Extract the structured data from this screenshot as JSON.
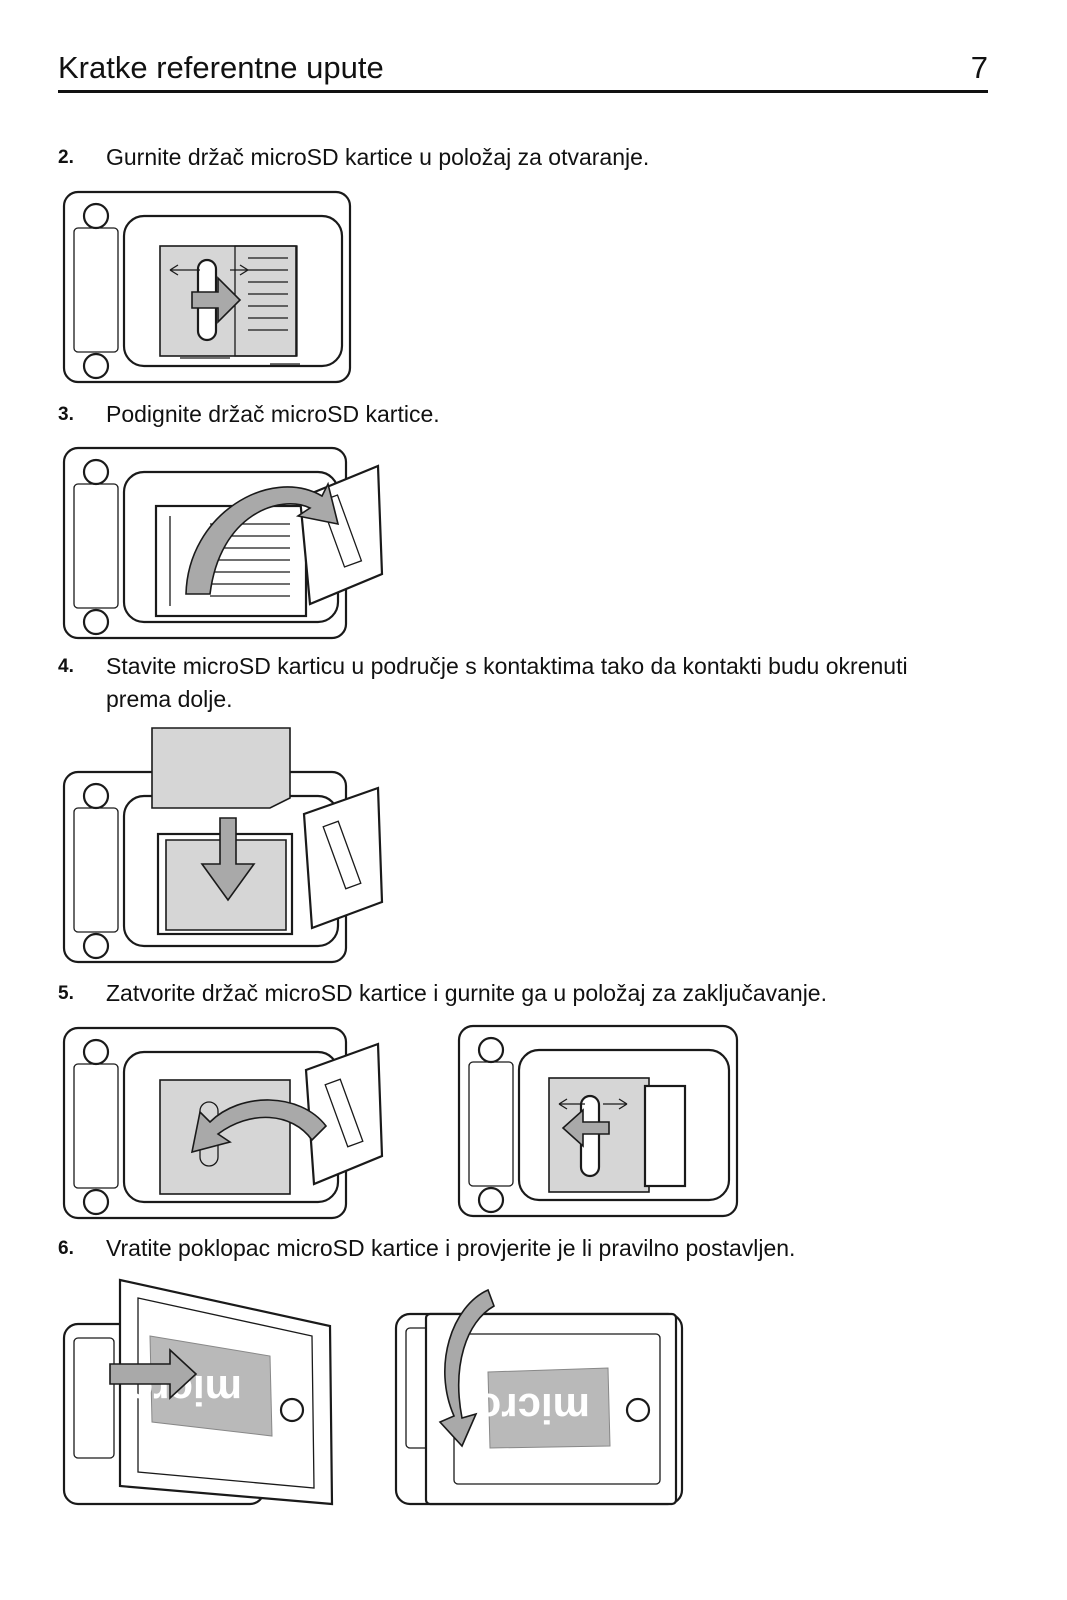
{
  "header": {
    "title": "Kratke referentne upute",
    "page_number": "7"
  },
  "steps": [
    {
      "number": "2.",
      "text": "Gurnite držač microSD kartice u položaj za otvaranje."
    },
    {
      "number": "3.",
      "text": "Podignite držač microSD kartice."
    },
    {
      "number": "4.",
      "text": "Stavite microSD karticu u područje s kontaktima tako da kontakti budu okrenuti prema dolje."
    },
    {
      "number": "5.",
      "text": "Zatvorite držač microSD kartice i gurnite ga u položaj za zaključavanje."
    },
    {
      "number": "6.",
      "text": "Vratite poklopac microSD kartice i provjerite je li pravilno postavljen."
    }
  ],
  "figures": {
    "card_logo_text": "micro",
    "icons": [
      "screw-hole-icon",
      "arrow-right-icon",
      "arrow-down-icon",
      "curved-arrow-icon",
      "double-arrow-icon"
    ]
  }
}
